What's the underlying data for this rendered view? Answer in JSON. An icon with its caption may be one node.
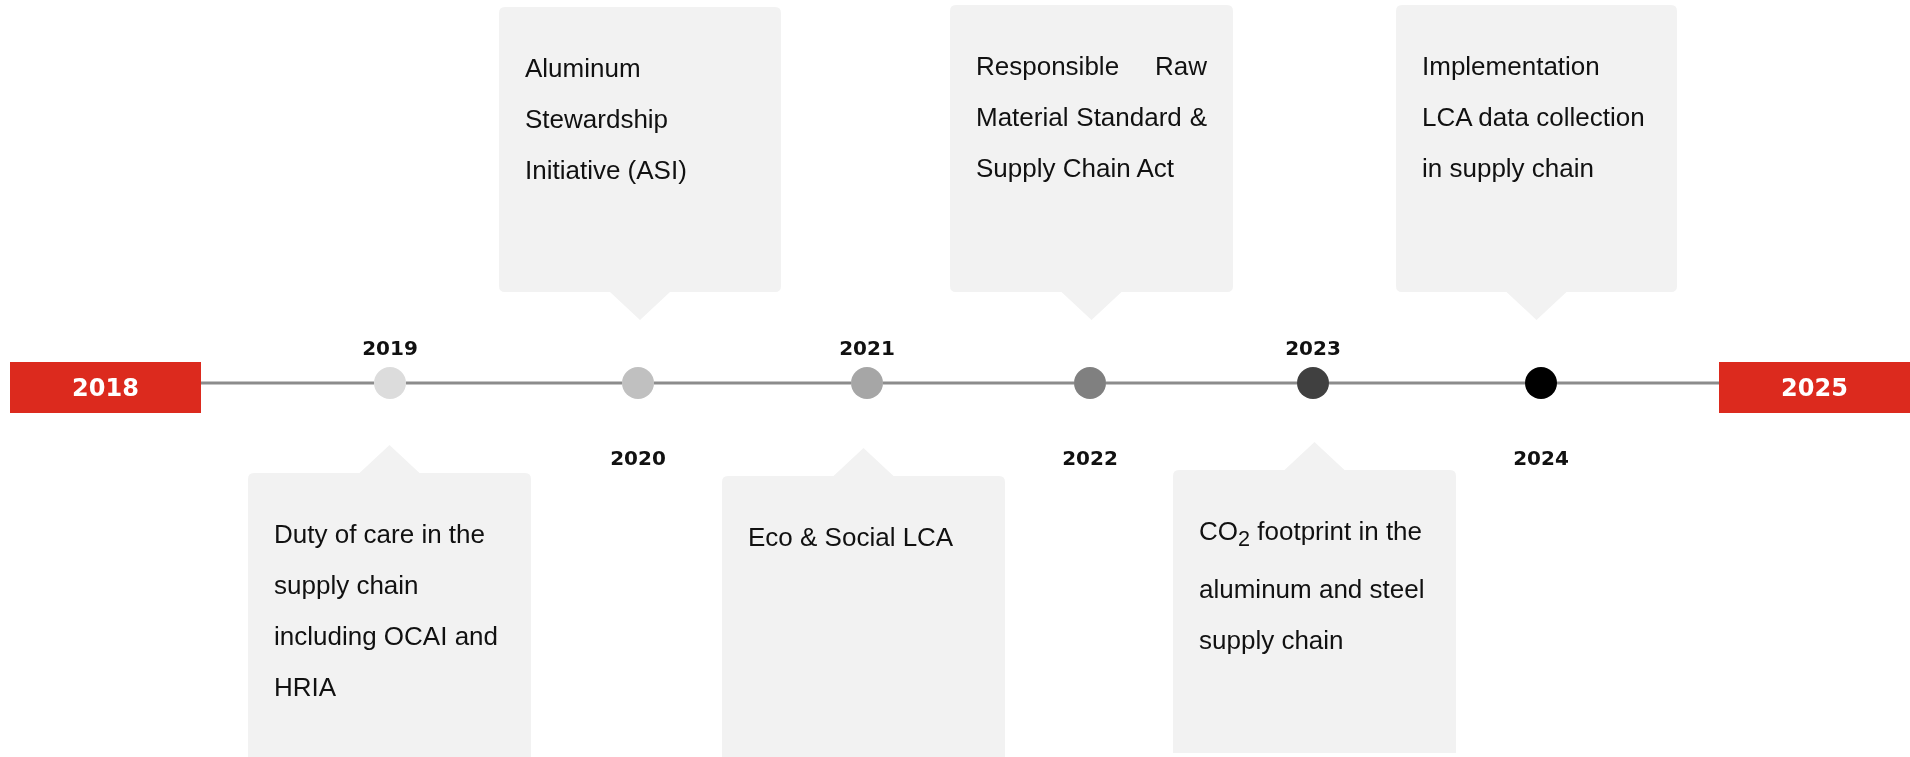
{
  "diagram": {
    "nodes": [
      {
        "text": [
          "2018"
        ]
      },
      {
        "text": [
          "Aluminum Stewardship Initiative (ASI)"
        ]
      },
      {
        "text": [
          "Responsible Raw Material Standard & Supply Chain Act"
        ]
      },
      {
        "text": [
          "Implementation LCA data collection in supply chain"
        ]
      },
      {
        "text": [],
        "shape": "circle",
        "beside": [
          "2019"
        ]
      },
      {
        "text": [],
        "shape": "circle",
        "beside": [
          "2020"
        ]
      },
      {
        "text": [],
        "shape": "circle",
        "beside": [
          "2021"
        ]
      },
      {
        "text": [],
        "shape": "circle",
        "beside": [
          "2022"
        ]
      },
      {
        "text": [],
        "shape": "circle",
        "beside": [
          "2023"
        ]
      },
      {
        "text": [],
        "shape": "circle",
        "beside": [
          "2024"
        ]
      },
      {
        "text": [
          "2025"
        ]
      },
      {
        "text": [
          "Duty of care in the supply chain including OCAI and HRIA"
        ]
      },
      {
        "text": [
          "Eco & Social LCA"
        ]
      },
      {
        "text": [
          "CO$_{2}$ footprint in the aluminum and steel supply chain"
        ]
      }
    ],
    "edges": [
      {
        "from": 0,
        "to": 4,
        "arrow": "none"
      },
      {
        "from": 4,
        "to": 5,
        "arrow": "none"
      },
      {
        "from": 5,
        "to": 6,
        "arrow": "none"
      },
      {
        "from": 6,
        "to": 7,
        "arrow": "none"
      },
      {
        "from": 7,
        "to": 8,
        "arrow": "none"
      },
      {
        "from": 8,
        "to": 9,
        "arrow": "none"
      },
      {
        "from": 9,
        "to": 10,
        "arrow": "none"
      }
    ]
  }
}
